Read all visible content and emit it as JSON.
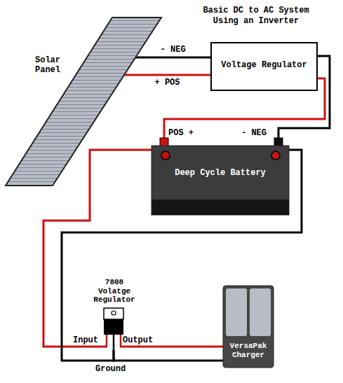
{
  "diagram": {
    "title": "Basic DC to AC System Using an Inverter",
    "nodes": [
      {
        "text": [
          "Solar Panel"
        ]
      },
      {
        "text": [
          "Voltage Regulator"
        ]
      },
      {
        "text": [
          "Deep Cycle Battery"
        ]
      },
      {
        "text": [
          "7808 Volatge Regulator"
        ]
      },
      {
        "text": [
          "VersaPak Charger"
        ]
      }
    ],
    "edges": [
      {
        "from": 0,
        "to": 1,
        "label": "- NEG",
        "arrow": "none"
      },
      {
        "from": 0,
        "to": 1,
        "label": "+ POS",
        "arrow": "none"
      },
      {
        "from": 1,
        "to": 2,
        "arrow": "none"
      },
      {
        "from": 1,
        "to": 2,
        "arrow": "none"
      },
      {
        "from": 2,
        "to": 3,
        "arrow": "none"
      },
      {
        "from": 2,
        "to": 3,
        "arrow": "none"
      },
      {
        "from": 3,
        "to": 4,
        "arrow": "none"
      },
      {
        "from": 3,
        "to": 4,
        "arrow": "none"
      }
    ],
    "labels": [
      "POS +",
      "- NEG",
      "Input",
      "Output",
      "Ground"
    ]
  }
}
